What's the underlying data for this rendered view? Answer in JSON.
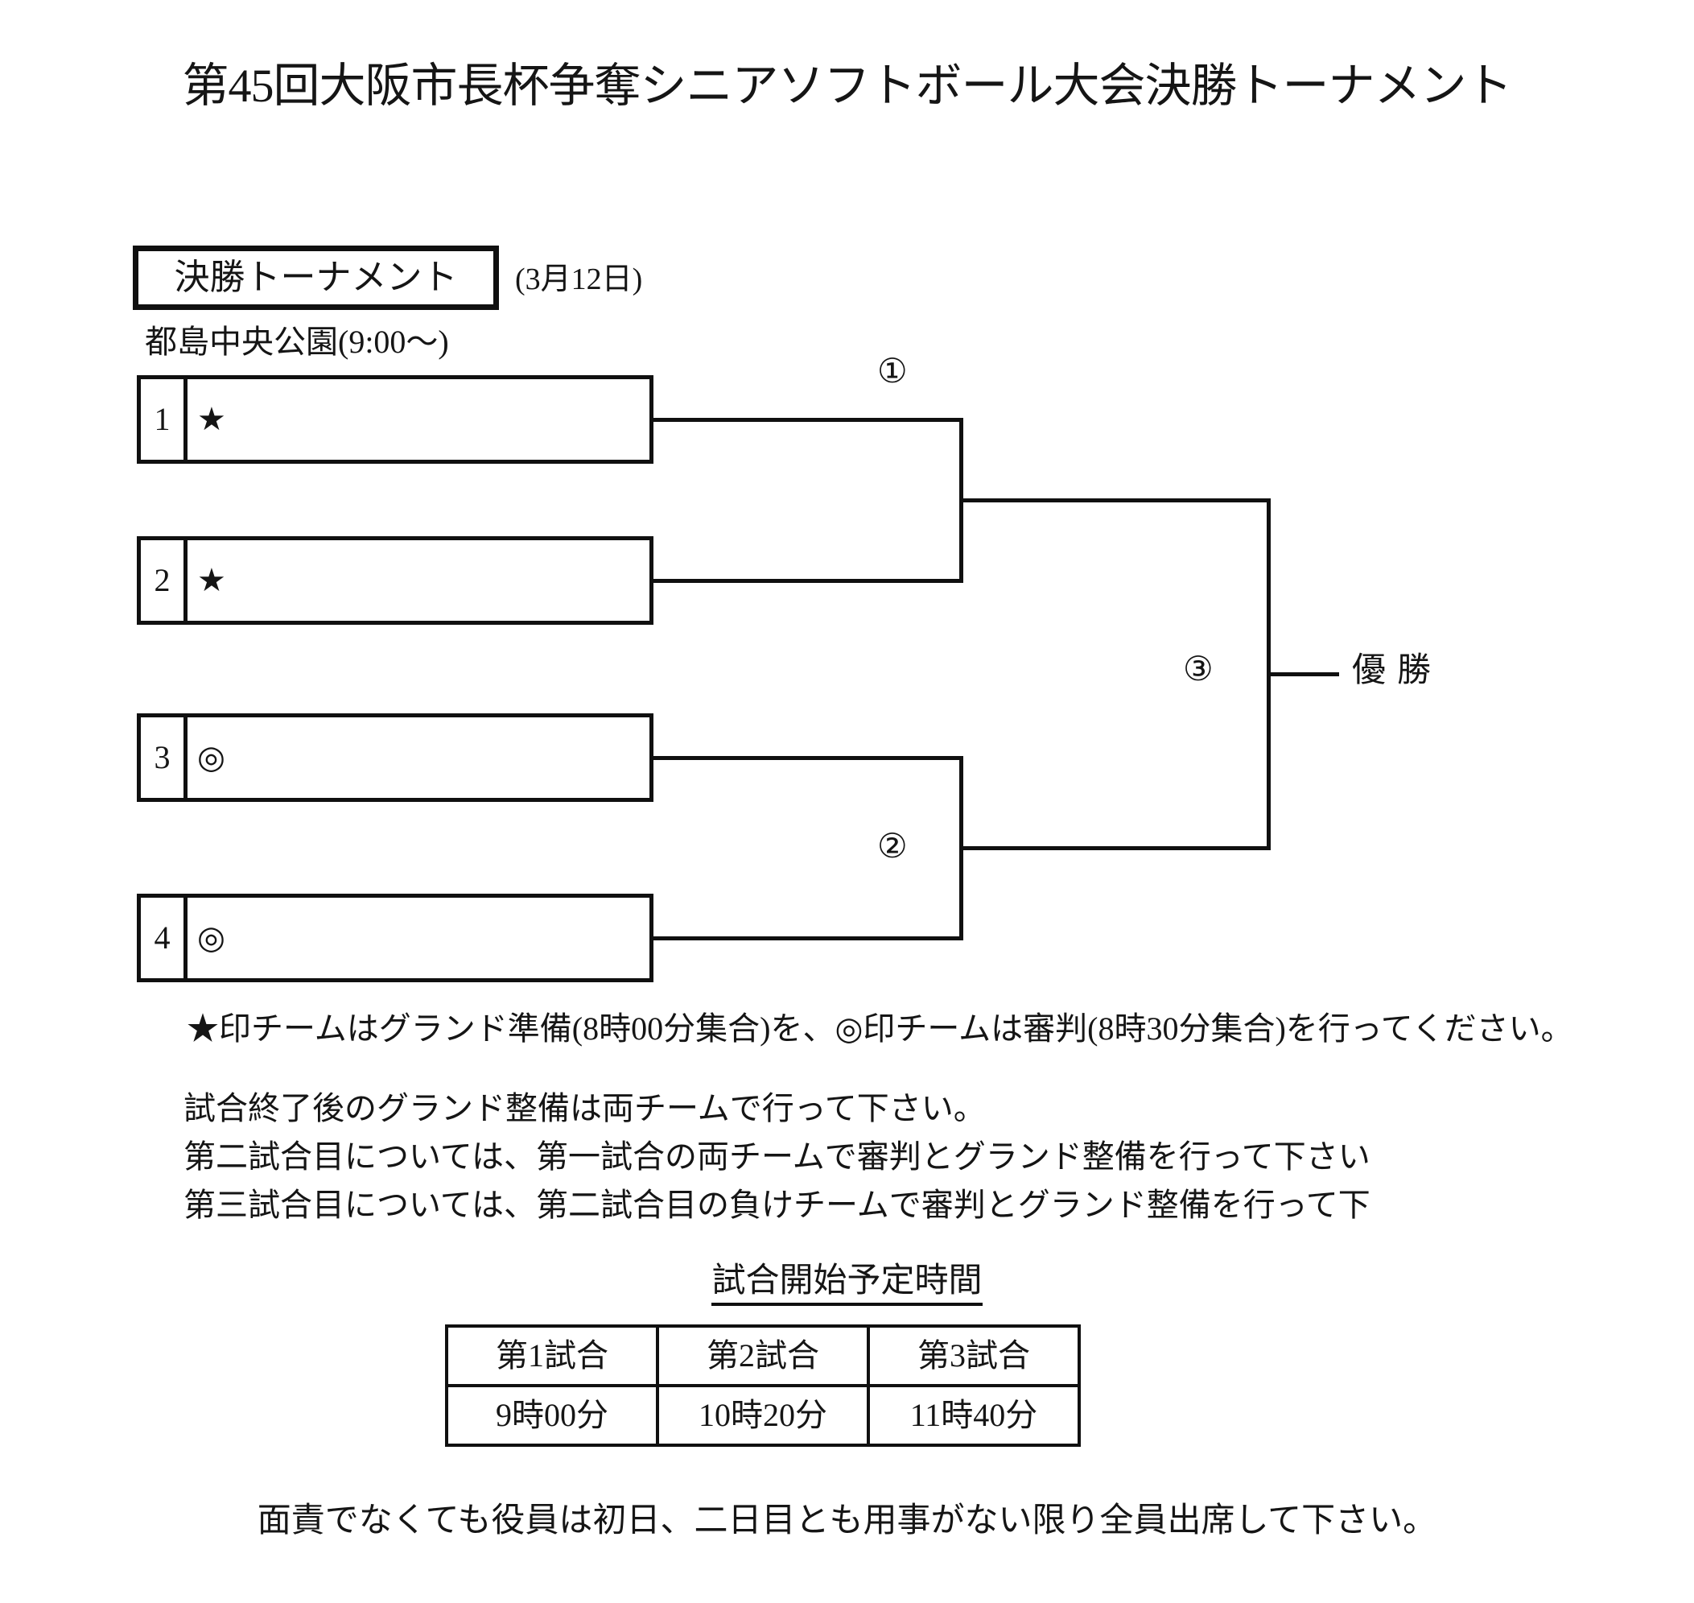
{
  "document": {
    "title": "第45回大阪市長杯争奪シニアソフトボール大会決勝トーナメント"
  },
  "stage": {
    "box_label": "決勝トーナメント",
    "date": "(3月12日)",
    "venue": "都島中央公園(9:00〜)"
  },
  "bracket": {
    "slots": [
      {
        "seed": "1",
        "mark": "★",
        "team": ""
      },
      {
        "seed": "2",
        "mark": "★",
        "team": ""
      },
      {
        "seed": "3",
        "mark": "◎",
        "team": ""
      },
      {
        "seed": "4",
        "mark": "◎",
        "team": ""
      }
    ],
    "matches": [
      {
        "no": "①"
      },
      {
        "no": "②"
      },
      {
        "no": "③"
      }
    ],
    "champion_label": "優勝"
  },
  "notes": {
    "marks_note": "★印チームはグランド準備(8時00分集合)を、◎印チームは審判(8時30分集合)を行ってください。",
    "lines": [
      "試合終了後のグランド整備は両チームで行って下さい。",
      "第二試合目については、第一試合の両チームで審判とグランド整備を行って下さい",
      "第三試合目については、第二試合目の負けチームで審判とグランド整備を行って下"
    ]
  },
  "schedule": {
    "caption": "試合開始予定時間",
    "headers": [
      "第1試合",
      "第2試合",
      "第3試合"
    ],
    "times": [
      "9時00分",
      "10時20分",
      "11時40分"
    ]
  },
  "footer": {
    "note": "面責でなくても役員は初日、二日目とも用事がない限り全員出席して下さい。"
  }
}
